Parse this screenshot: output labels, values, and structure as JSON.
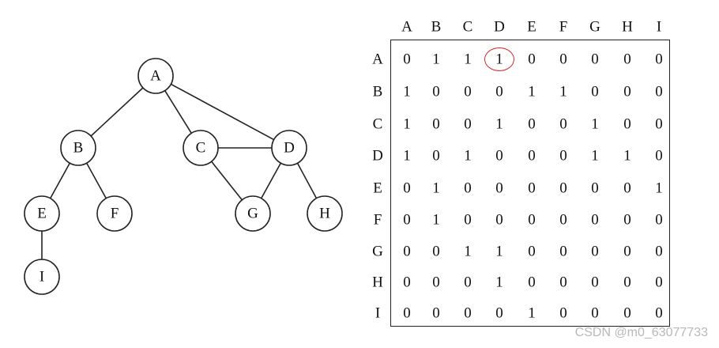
{
  "graph": {
    "nodes": [
      {
        "id": "A",
        "label": "A"
      },
      {
        "id": "B",
        "label": "B"
      },
      {
        "id": "C",
        "label": "C"
      },
      {
        "id": "D",
        "label": "D"
      },
      {
        "id": "E",
        "label": "E"
      },
      {
        "id": "F",
        "label": "F"
      },
      {
        "id": "G",
        "label": "G"
      },
      {
        "id": "H",
        "label": "H"
      },
      {
        "id": "I",
        "label": "I"
      }
    ],
    "edges": [
      [
        "A",
        "B"
      ],
      [
        "A",
        "C"
      ],
      [
        "A",
        "D"
      ],
      [
        "B",
        "E"
      ],
      [
        "B",
        "F"
      ],
      [
        "C",
        "D"
      ],
      [
        "C",
        "G"
      ],
      [
        "D",
        "G"
      ],
      [
        "D",
        "H"
      ],
      [
        "E",
        "I"
      ]
    ]
  },
  "matrix": {
    "column_headers": [
      "A",
      "B",
      "C",
      "D",
      "E",
      "F",
      "G",
      "H",
      "I"
    ],
    "row_headers": [
      "A",
      "B",
      "C",
      "D",
      "E",
      "F",
      "G",
      "H",
      "I"
    ],
    "cells": [
      [
        "0",
        "1",
        "1",
        "1",
        "0",
        "0",
        "0",
        "0",
        "0"
      ],
      [
        "1",
        "0",
        "0",
        "0",
        "1",
        "1",
        "0",
        "0",
        "0"
      ],
      [
        "1",
        "0",
        "0",
        "1",
        "0",
        "0",
        "1",
        "0",
        "0"
      ],
      [
        "1",
        "0",
        "1",
        "0",
        "0",
        "0",
        "1",
        "1",
        "0"
      ],
      [
        "0",
        "1",
        "0",
        "0",
        "0",
        "0",
        "0",
        "0",
        "1"
      ],
      [
        "0",
        "1",
        "0",
        "0",
        "0",
        "0",
        "0",
        "0",
        "0"
      ],
      [
        "0",
        "0",
        "1",
        "1",
        "0",
        "0",
        "0",
        "0",
        "0"
      ],
      [
        "0",
        "0",
        "0",
        "1",
        "0",
        "0",
        "0",
        "0",
        "0"
      ],
      [
        "0",
        "0",
        "0",
        "0",
        "1",
        "0",
        "0",
        "0",
        "0"
      ]
    ],
    "highlighted_cell": {
      "row": "A",
      "column": "D"
    },
    "highlight_color": "#d9262b"
  },
  "watermark": "CSDN @m0_63077733"
}
